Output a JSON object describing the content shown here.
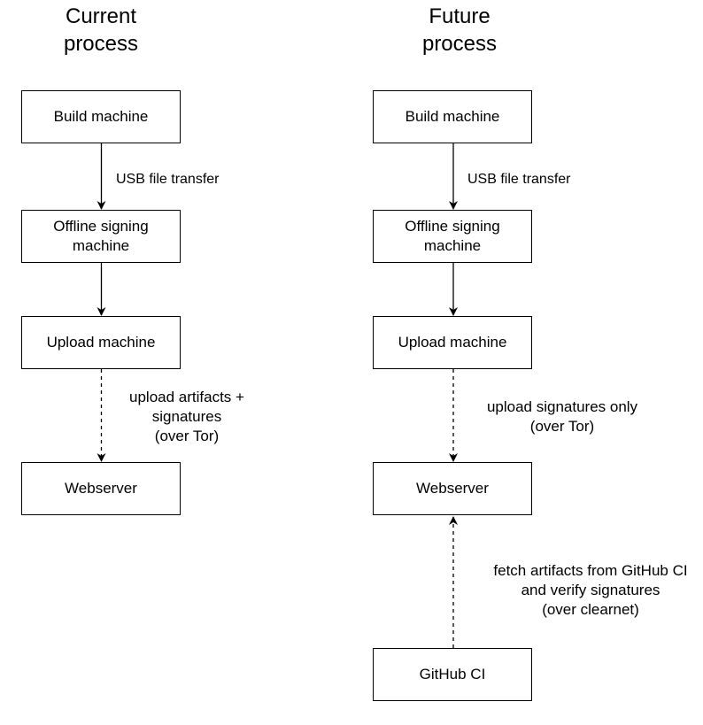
{
  "columns": [
    {
      "heading": "Current\nprocess",
      "nodes": [
        "Build machine",
        "Offline signing\nmachine",
        "Upload machine",
        "Webserver"
      ],
      "edge_labels": [
        "USB file transfer",
        "upload artifacts +\nsignatures\n(over Tor)"
      ]
    },
    {
      "heading": "Future\nprocess",
      "nodes": [
        "Build machine",
        "Offline signing\nmachine",
        "Upload machine",
        "Webserver",
        "GitHub CI"
      ],
      "edge_labels": [
        "USB file transfer",
        "upload signatures only\n(over Tor)",
        "fetch artifacts from GitHub CI\nand verify signatures\n(over clearnet)"
      ]
    }
  ],
  "colors": {
    "stroke": "#000000",
    "text": "#000000",
    "background": "#ffffff"
  }
}
